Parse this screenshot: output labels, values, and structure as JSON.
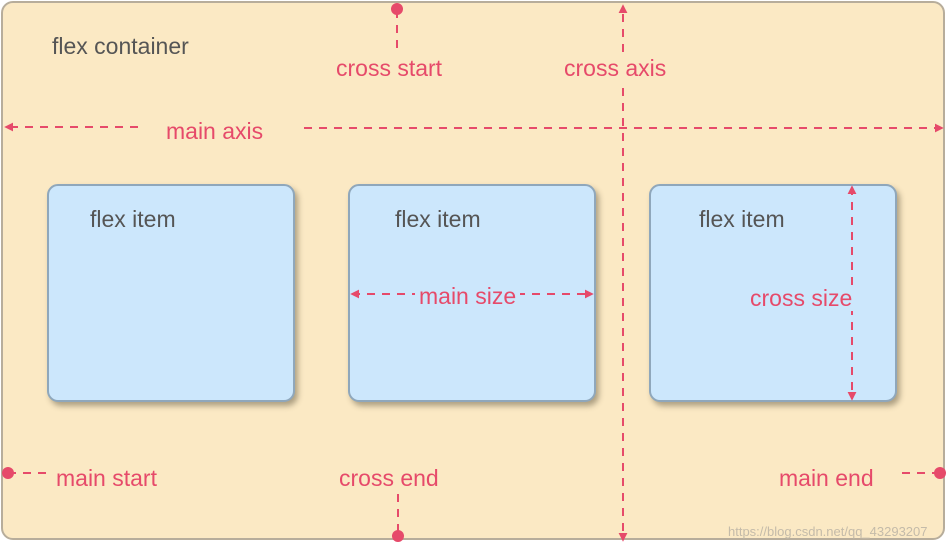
{
  "container_label": "flex container",
  "item_label": "flex item",
  "labels": {
    "cross_start": "cross start",
    "cross_axis": "cross axis",
    "main_axis": "main axis",
    "main_size": "main size",
    "cross_size": "cross size",
    "main_start": "main start",
    "cross_end": "cross end",
    "main_end": "main end"
  },
  "watermark": "https://blog.csdn.net/qq_43293207",
  "colors": {
    "container_fill": "#fbe9c4",
    "container_border": "#b7ad9b",
    "item_fill": "#cce7fc",
    "item_border": "#8fa7bb",
    "accent": "#e64a6a",
    "text_dark": "#555555"
  }
}
